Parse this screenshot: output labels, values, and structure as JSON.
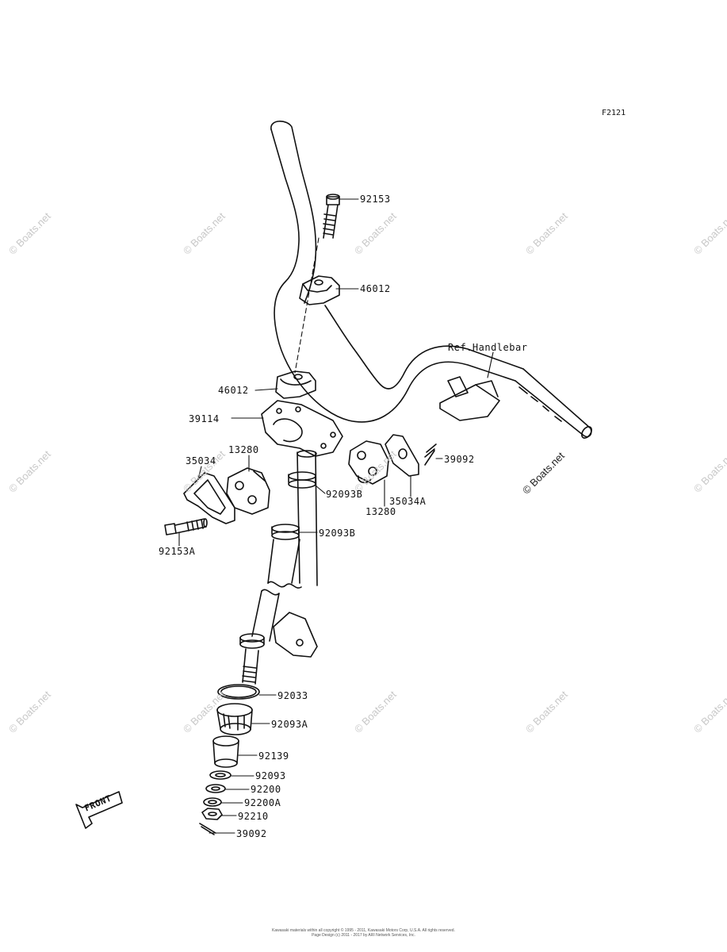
{
  "figure_code": "F2121",
  "reference_label": "Ref.Handlebar",
  "front_label": "FRONT",
  "watermark": "© Boats.net",
  "parts": [
    {
      "number": "92153"
    },
    {
      "number": "46012"
    },
    {
      "number": "46012"
    },
    {
      "number": "39114"
    },
    {
      "number": "13280"
    },
    {
      "number": "35034"
    },
    {
      "number": "39092"
    },
    {
      "number": "92093B"
    },
    {
      "number": "35034A"
    },
    {
      "number": "13280"
    },
    {
      "number": "92093B"
    },
    {
      "number": "92153A"
    },
    {
      "number": "92033"
    },
    {
      "number": "92093A"
    },
    {
      "number": "92139"
    },
    {
      "number": "92093"
    },
    {
      "number": "92200"
    },
    {
      "number": "92200A"
    },
    {
      "number": "92210"
    },
    {
      "number": "39092"
    }
  ],
  "footer": {
    "line1": "Kawasaki materials within all copyright © 1995 - 2011, Kawasaki Motors Corp, U.S.A. All rights reserved.",
    "line2": "Page Design (c) 2011 - 2017 by ARI Network Services, Inc."
  }
}
